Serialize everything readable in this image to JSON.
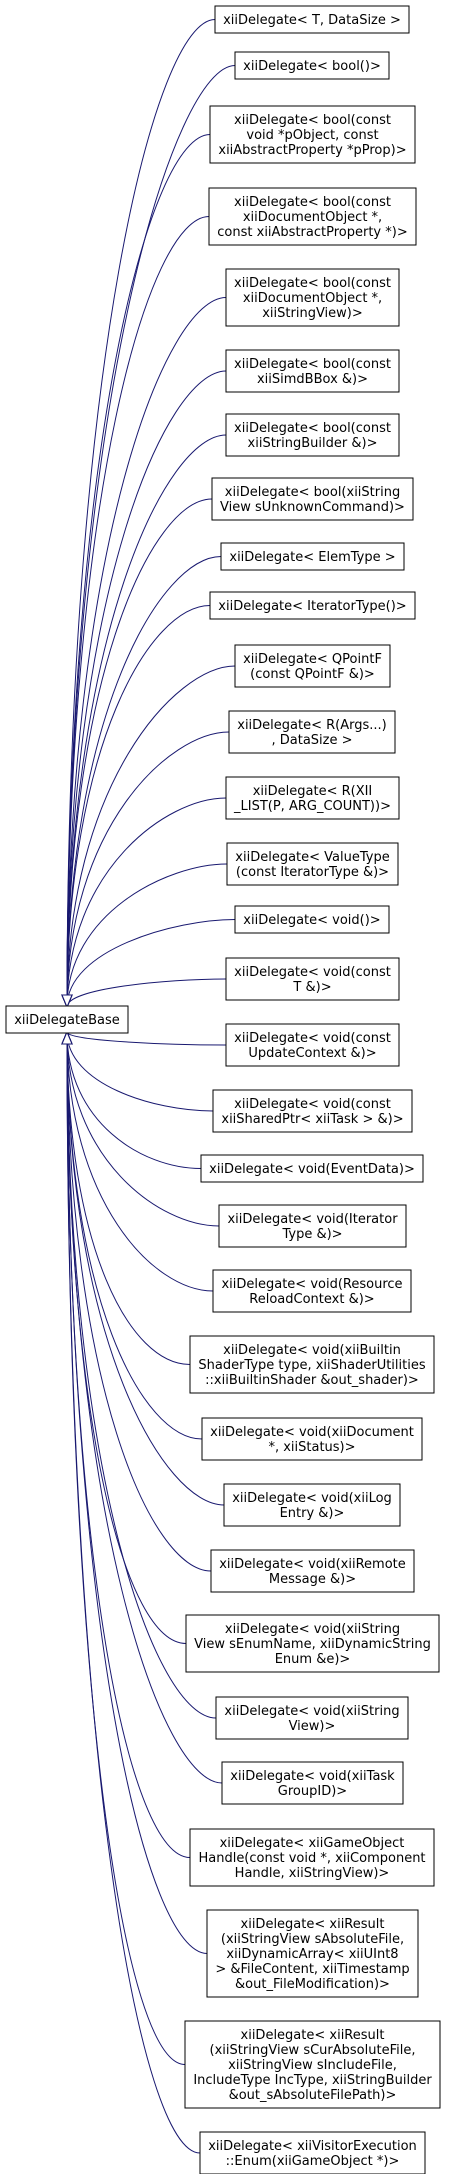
{
  "diagram": {
    "colors": {
      "edge": "#191970",
      "box_border": "#000000",
      "box_fill": "#ffffff",
      "text": "#000000"
    },
    "base": {
      "lines": [
        "xiiDelegateBase"
      ]
    },
    "derived": [
      {
        "lines": [
          "xiiDelegate< T, DataSize >"
        ]
      },
      {
        "lines": [
          "xiiDelegate< bool()>"
        ]
      },
      {
        "lines": [
          "xiiDelegate< bool(const",
          "void *pObject, const",
          "xiiAbstractProperty *pProp)>"
        ]
      },
      {
        "lines": [
          "xiiDelegate< bool(const",
          "xiiDocumentObject *,",
          "const xiiAbstractProperty *)>"
        ]
      },
      {
        "lines": [
          "xiiDelegate< bool(const",
          "xiiDocumentObject *,",
          "xiiStringView)>"
        ]
      },
      {
        "lines": [
          "xiiDelegate< bool(const",
          "xiiSimdBBox &)>"
        ]
      },
      {
        "lines": [
          "xiiDelegate< bool(const",
          "xiiStringBuilder &)>"
        ]
      },
      {
        "lines": [
          "xiiDelegate< bool(xiiString",
          "View sUnknownCommand)>"
        ]
      },
      {
        "lines": [
          "xiiDelegate< ElemType >"
        ]
      },
      {
        "lines": [
          "xiiDelegate< IteratorType()>"
        ]
      },
      {
        "lines": [
          "xiiDelegate< QPointF",
          "(const QPointF &)>"
        ]
      },
      {
        "lines": [
          "xiiDelegate< R(Args...)",
          ", DataSize >"
        ]
      },
      {
        "lines": [
          "xiiDelegate< R(XII",
          "_LIST(P, ARG_COUNT))>"
        ]
      },
      {
        "lines": [
          "xiiDelegate< ValueType",
          "(const IteratorType &)>"
        ]
      },
      {
        "lines": [
          "xiiDelegate< void()>"
        ]
      },
      {
        "lines": [
          "xiiDelegate< void(const",
          "T &)>"
        ]
      },
      {
        "lines": [
          "xiiDelegate< void(const",
          "UpdateContext &)>"
        ]
      },
      {
        "lines": [
          "xiiDelegate< void(const",
          "xiiSharedPtr< xiiTask > &)>"
        ]
      },
      {
        "lines": [
          "xiiDelegate< void(EventData)>"
        ]
      },
      {
        "lines": [
          "xiiDelegate< void(Iterator",
          "Type &)>"
        ]
      },
      {
        "lines": [
          "xiiDelegate< void(Resource",
          "ReloadContext &)>"
        ]
      },
      {
        "lines": [
          "xiiDelegate< void(xiiBuiltin",
          "ShaderType type, xiiShaderUtilities",
          "::xiiBuiltinShader &out_shader)>"
        ]
      },
      {
        "lines": [
          "xiiDelegate< void(xiiDocument",
          "*, xiiStatus)>"
        ]
      },
      {
        "lines": [
          "xiiDelegate< void(xiiLog",
          "Entry &)>"
        ]
      },
      {
        "lines": [
          "xiiDelegate< void(xiiRemote",
          "Message &)>"
        ]
      },
      {
        "lines": [
          "xiiDelegate< void(xiiString",
          "View sEnumName, xiiDynamicString",
          "Enum &e)>"
        ]
      },
      {
        "lines": [
          "xiiDelegate< void(xiiString",
          "View)>"
        ]
      },
      {
        "lines": [
          "xiiDelegate< void(xiiTask",
          "GroupID)>"
        ]
      },
      {
        "lines": [
          "xiiDelegate< xiiGameObject",
          "Handle(const void *, xiiComponent",
          "Handle, xiiStringView)>"
        ]
      },
      {
        "lines": [
          "xiiDelegate< xiiResult",
          "(xiiStringView sAbsoluteFile,",
          "xiiDynamicArray< xiiUInt8",
          "> &FileContent, xiiTimestamp",
          "&out_FileModification)>"
        ]
      },
      {
        "lines": [
          "xiiDelegate< xiiResult",
          "(xiiStringView sCurAbsoluteFile,",
          "xiiStringView sIncludeFile,",
          "IncludeType IncType, xiiStringBuilder",
          "&out_sAbsoluteFilePath)>"
        ]
      },
      {
        "lines": [
          "xiiDelegate< xiiVisitorExecution",
          "::Enum(xiiGameObject *)>"
        ]
      }
    ]
  }
}
